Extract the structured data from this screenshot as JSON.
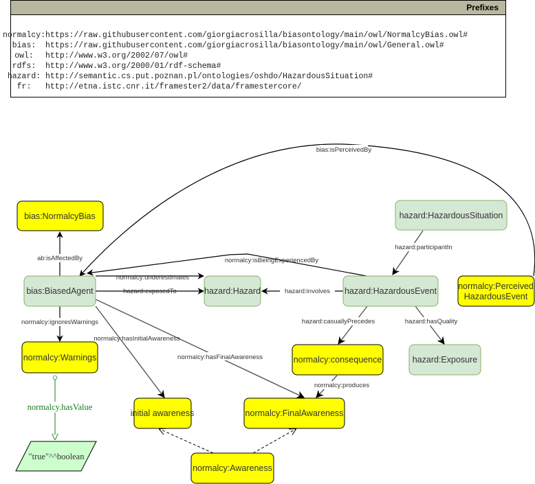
{
  "prefixes": {
    "title": "Prefixes",
    "rows": [
      {
        "prefix": "normalcy:",
        "uri": "https://raw.githubusercontent.com/giorgiacrosilla/biasontology/main/owl/NormalcyBias.owl#"
      },
      {
        "prefix": "bias:",
        "uri": "https://raw.githubusercontent.com/giorgiacrosilla/biasontology/main/owl/General.owl#"
      },
      {
        "prefix": "owl:",
        "uri": "http://www.w3.org/2002/07/owl#"
      },
      {
        "prefix": "rdfs:",
        "uri": "http://www.w3.org/2000/01/rdf-schema#"
      },
      {
        "prefix": "hazard:",
        "uri": "http://semantic.cs.put.poznan.pl/ontologies/oshdo/HazardousSituation#"
      },
      {
        "prefix": "fr:",
        "uri": "http://etna.istc.cnr.it/framester2/data/framestercore/"
      }
    ]
  },
  "colors": {
    "class_yellow": "#ffff00",
    "class_green": "#d5e8d4",
    "green_border": "#82b366",
    "literal_green": "#ccffcc",
    "datatype_edge": "#1a7a1a"
  },
  "nodes": {
    "normalcy_bias": "bias:NormalcyBias",
    "biased_agent": "bias:BiasedAgent",
    "hazard": "hazard:Hazard",
    "hazardous_situation": "hazard:HazardousSituation",
    "hazardous_event": "hazard:HazardousEvent",
    "perceived_line1": "normalcy:Perceived",
    "perceived_line2": "HazardousEvent",
    "warnings": "normalcy:Warnings",
    "consequence": "normalcy:consequence",
    "exposure": "hazard:Exposure",
    "initial_awareness": "initial awareness",
    "final_awareness": "normalcy:FinalAwareness",
    "awareness": "normalcy:Awareness",
    "boolean_literal": "\"true\"^^boolean"
  },
  "edges": {
    "is_perceived_by": "bias:isPerceivedBy",
    "is_affected_by": "ab:isAffectedBy",
    "is_being_experienced_by": "normalcy:isBeingExperiencedBy",
    "underestimates": "normalcy:underestimates",
    "exposed_to": "hazard:exposedTo",
    "involves": "hazard:involves",
    "participant_in": "hazard:participantIn",
    "ignores_warnings": "normalcy:ignoresWarnings",
    "has_initial_awareness": "normalcy:hasInitialAwareness",
    "has_final_awareness": "normalcy:hasFinalAwareness",
    "casually_precedes": "hazard:casuallyPrecedes",
    "has_quality": "hazard:hasQuality",
    "produces": "normalcy:produces",
    "has_value": "normalcy.hasValue"
  }
}
